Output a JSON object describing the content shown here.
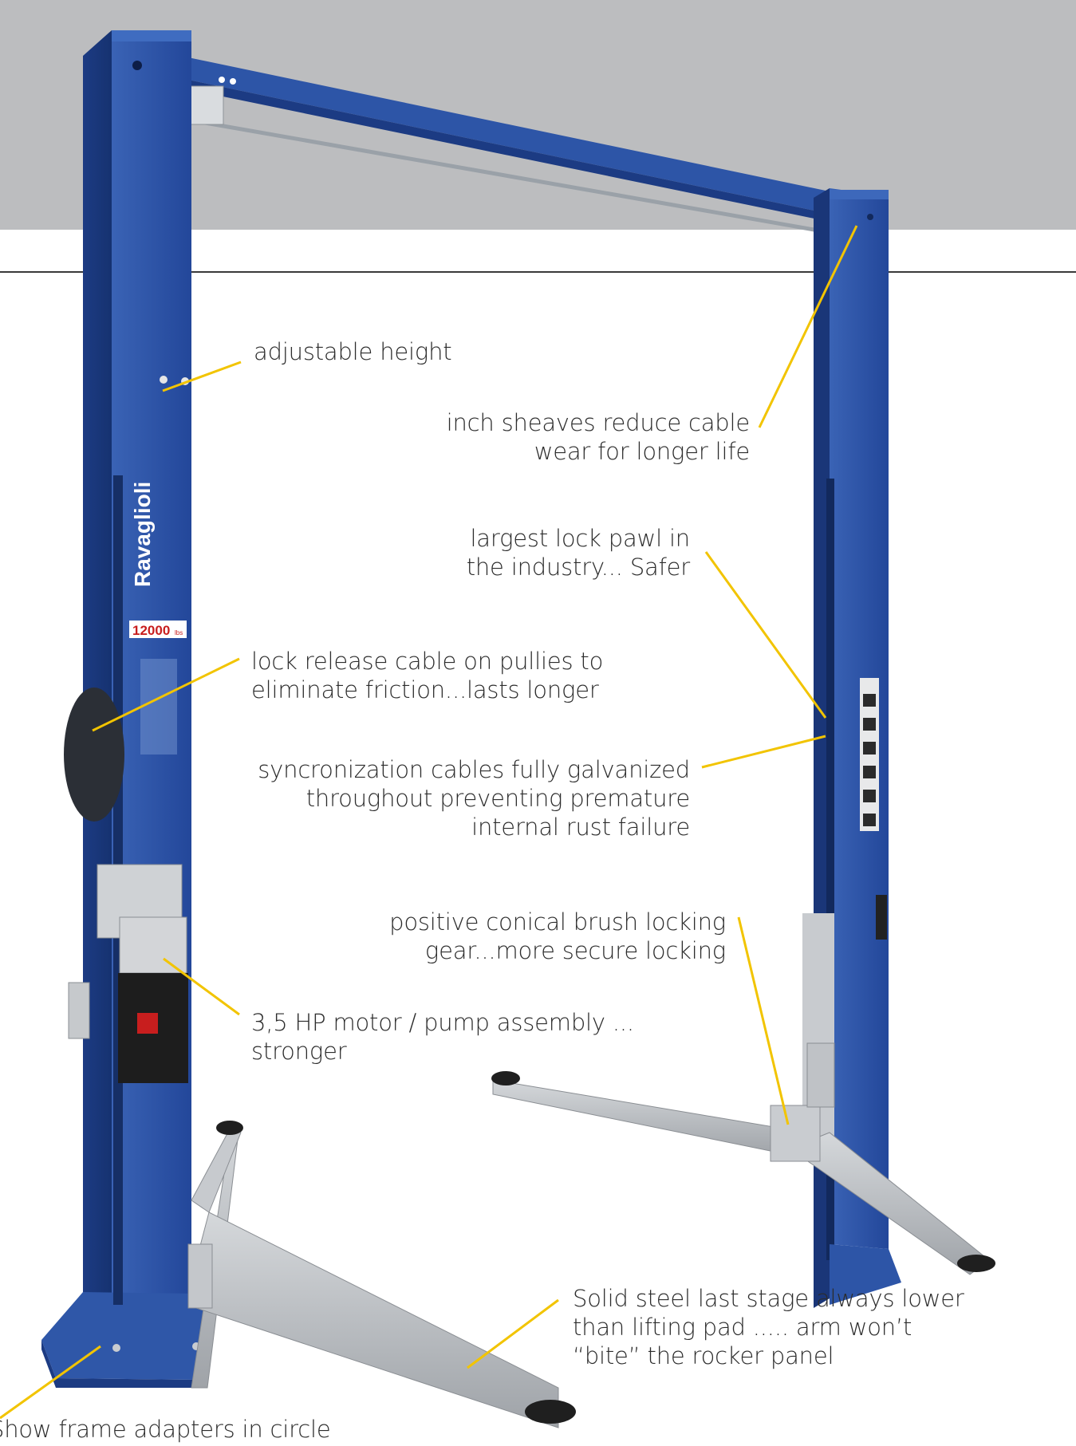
{
  "brand": {
    "logo_text": "Ravaglioli",
    "capacity_badge": "12000",
    "capacity_badge_unit": "lbs"
  },
  "colors": {
    "backdrop_gray": "#bcbdbf",
    "column_blue": "#2e56a6",
    "arm_gray": "#b9bcbf",
    "leader_line_yellow": "#f2c400",
    "label_text": "#2c2c2c"
  },
  "callouts": {
    "adjustable_height": "adjustable height",
    "sheaves_line1": "inch sheaves reduce cable",
    "sheaves_line2": "wear for longer  life",
    "lock_pawl_line1": "largest lock pawl in",
    "lock_pawl_line2": "the industry... Safer",
    "lock_release_line1": "lock release cable on pullies to",
    "lock_release_line2": "eliminate friction...lasts longer",
    "sync_line1": "syncronization cables fully galvanized",
    "sync_line2": "throughout preventing premature",
    "sync_line3": "internal rust failure",
    "conical_line1": "positive conical brush locking",
    "conical_line2": "gear...more secure locking",
    "motor_line1": "3,5 HP motor / pump assembly ...",
    "motor_line2": "stronger",
    "solid_steel_line1": "Solid steel last stage always lower",
    "solid_steel_line2": "than lifting pad ..... arm won’t",
    "solid_steel_line3": "“bite” the rocker panel",
    "frame_adapters": "Show frame adapters in circle"
  }
}
